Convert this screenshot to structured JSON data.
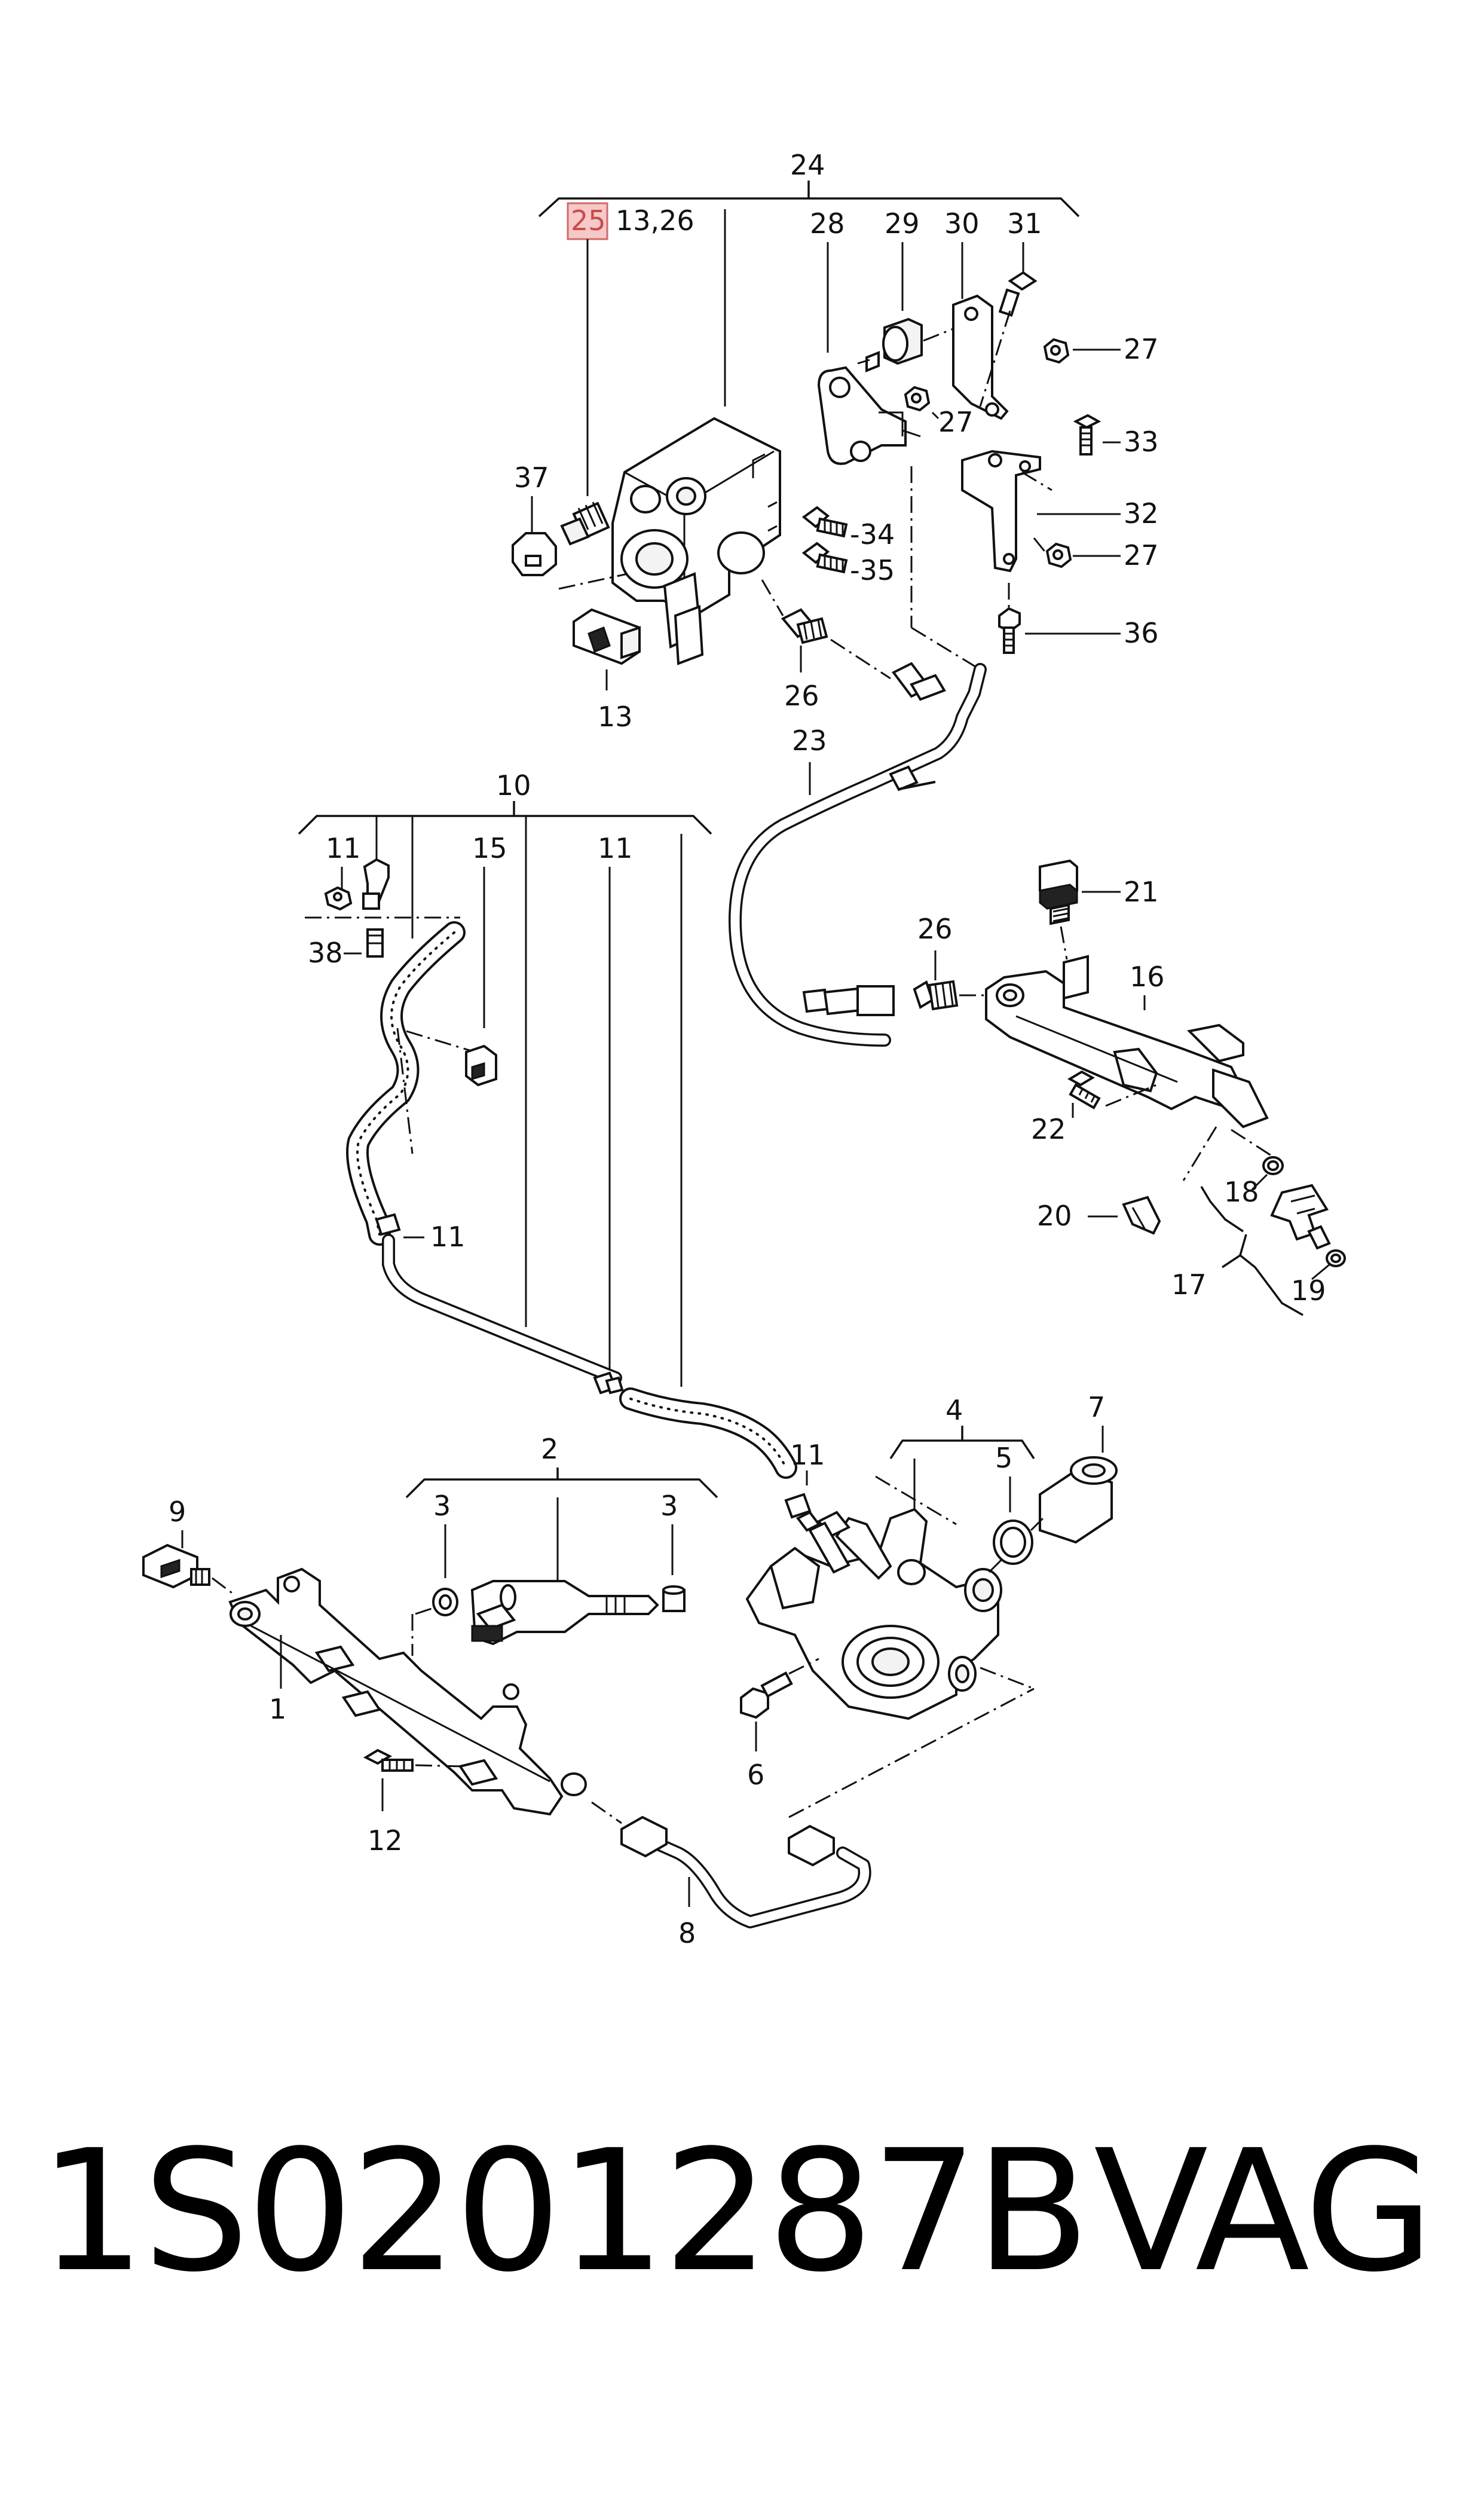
{
  "labels": {
    "l24": "24",
    "l25": "25",
    "l13_26": "13,26",
    "l28": "28",
    "l29": "29",
    "l30": "30",
    "l31": "31",
    "l27a": "27",
    "l27b": "27",
    "l27c": "27",
    "l33": "33",
    "l32": "32",
    "l36": "36",
    "l37": "37",
    "l34": "-34",
    "l35": "-35",
    "l26a": "26",
    "l13": "13",
    "l23": "23",
    "l21": "21",
    "l16": "16",
    "l26b": "26",
    "l22": "22",
    "l18": "18",
    "l20": "20",
    "l17": "17",
    "l19": "19",
    "l10": "10",
    "l11a": "11",
    "l15": "15",
    "l11b": "11",
    "l38": "38",
    "l11c": "11",
    "l11d": "11",
    "l2": "2",
    "l3a": "3",
    "l3b": "3",
    "l4": "4",
    "l5": "5",
    "l7": "7",
    "l9": "9",
    "l1": "1",
    "l6": "6",
    "l12": "12",
    "l8": "8"
  },
  "footer": {
    "part_number": "1S0201287B",
    "brand": "VAG"
  },
  "highlight_color": "#f6c8c8"
}
